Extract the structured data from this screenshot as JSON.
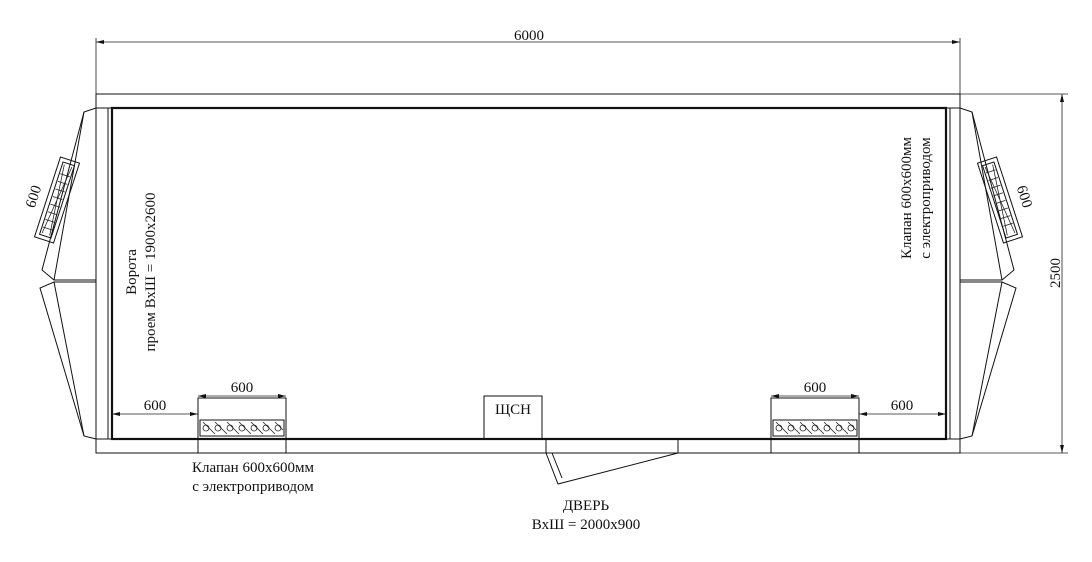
{
  "dimensions": {
    "overall_width": "6000",
    "overall_height": "2500",
    "left_valve_width": "600",
    "left_valve_offset": "600",
    "right_valve_width": "600",
    "right_valve_offset": "600",
    "gate_leaf_left": "600",
    "gate_leaf_right": "600"
  },
  "labels": {
    "gate_title": "Ворота",
    "gate_opening": "проем ВхШ = 1900х2600",
    "right_valve_line1": "Клапан 600х600мм",
    "right_valve_line2": "с электроприводом",
    "bottom_valve_line1": "Клапан 600х600мм",
    "bottom_valve_line2": "с электроприводом",
    "panel": "ЩСН",
    "door_title": "ДВЕРЬ",
    "door_size": "ВхШ = 2000х900"
  }
}
